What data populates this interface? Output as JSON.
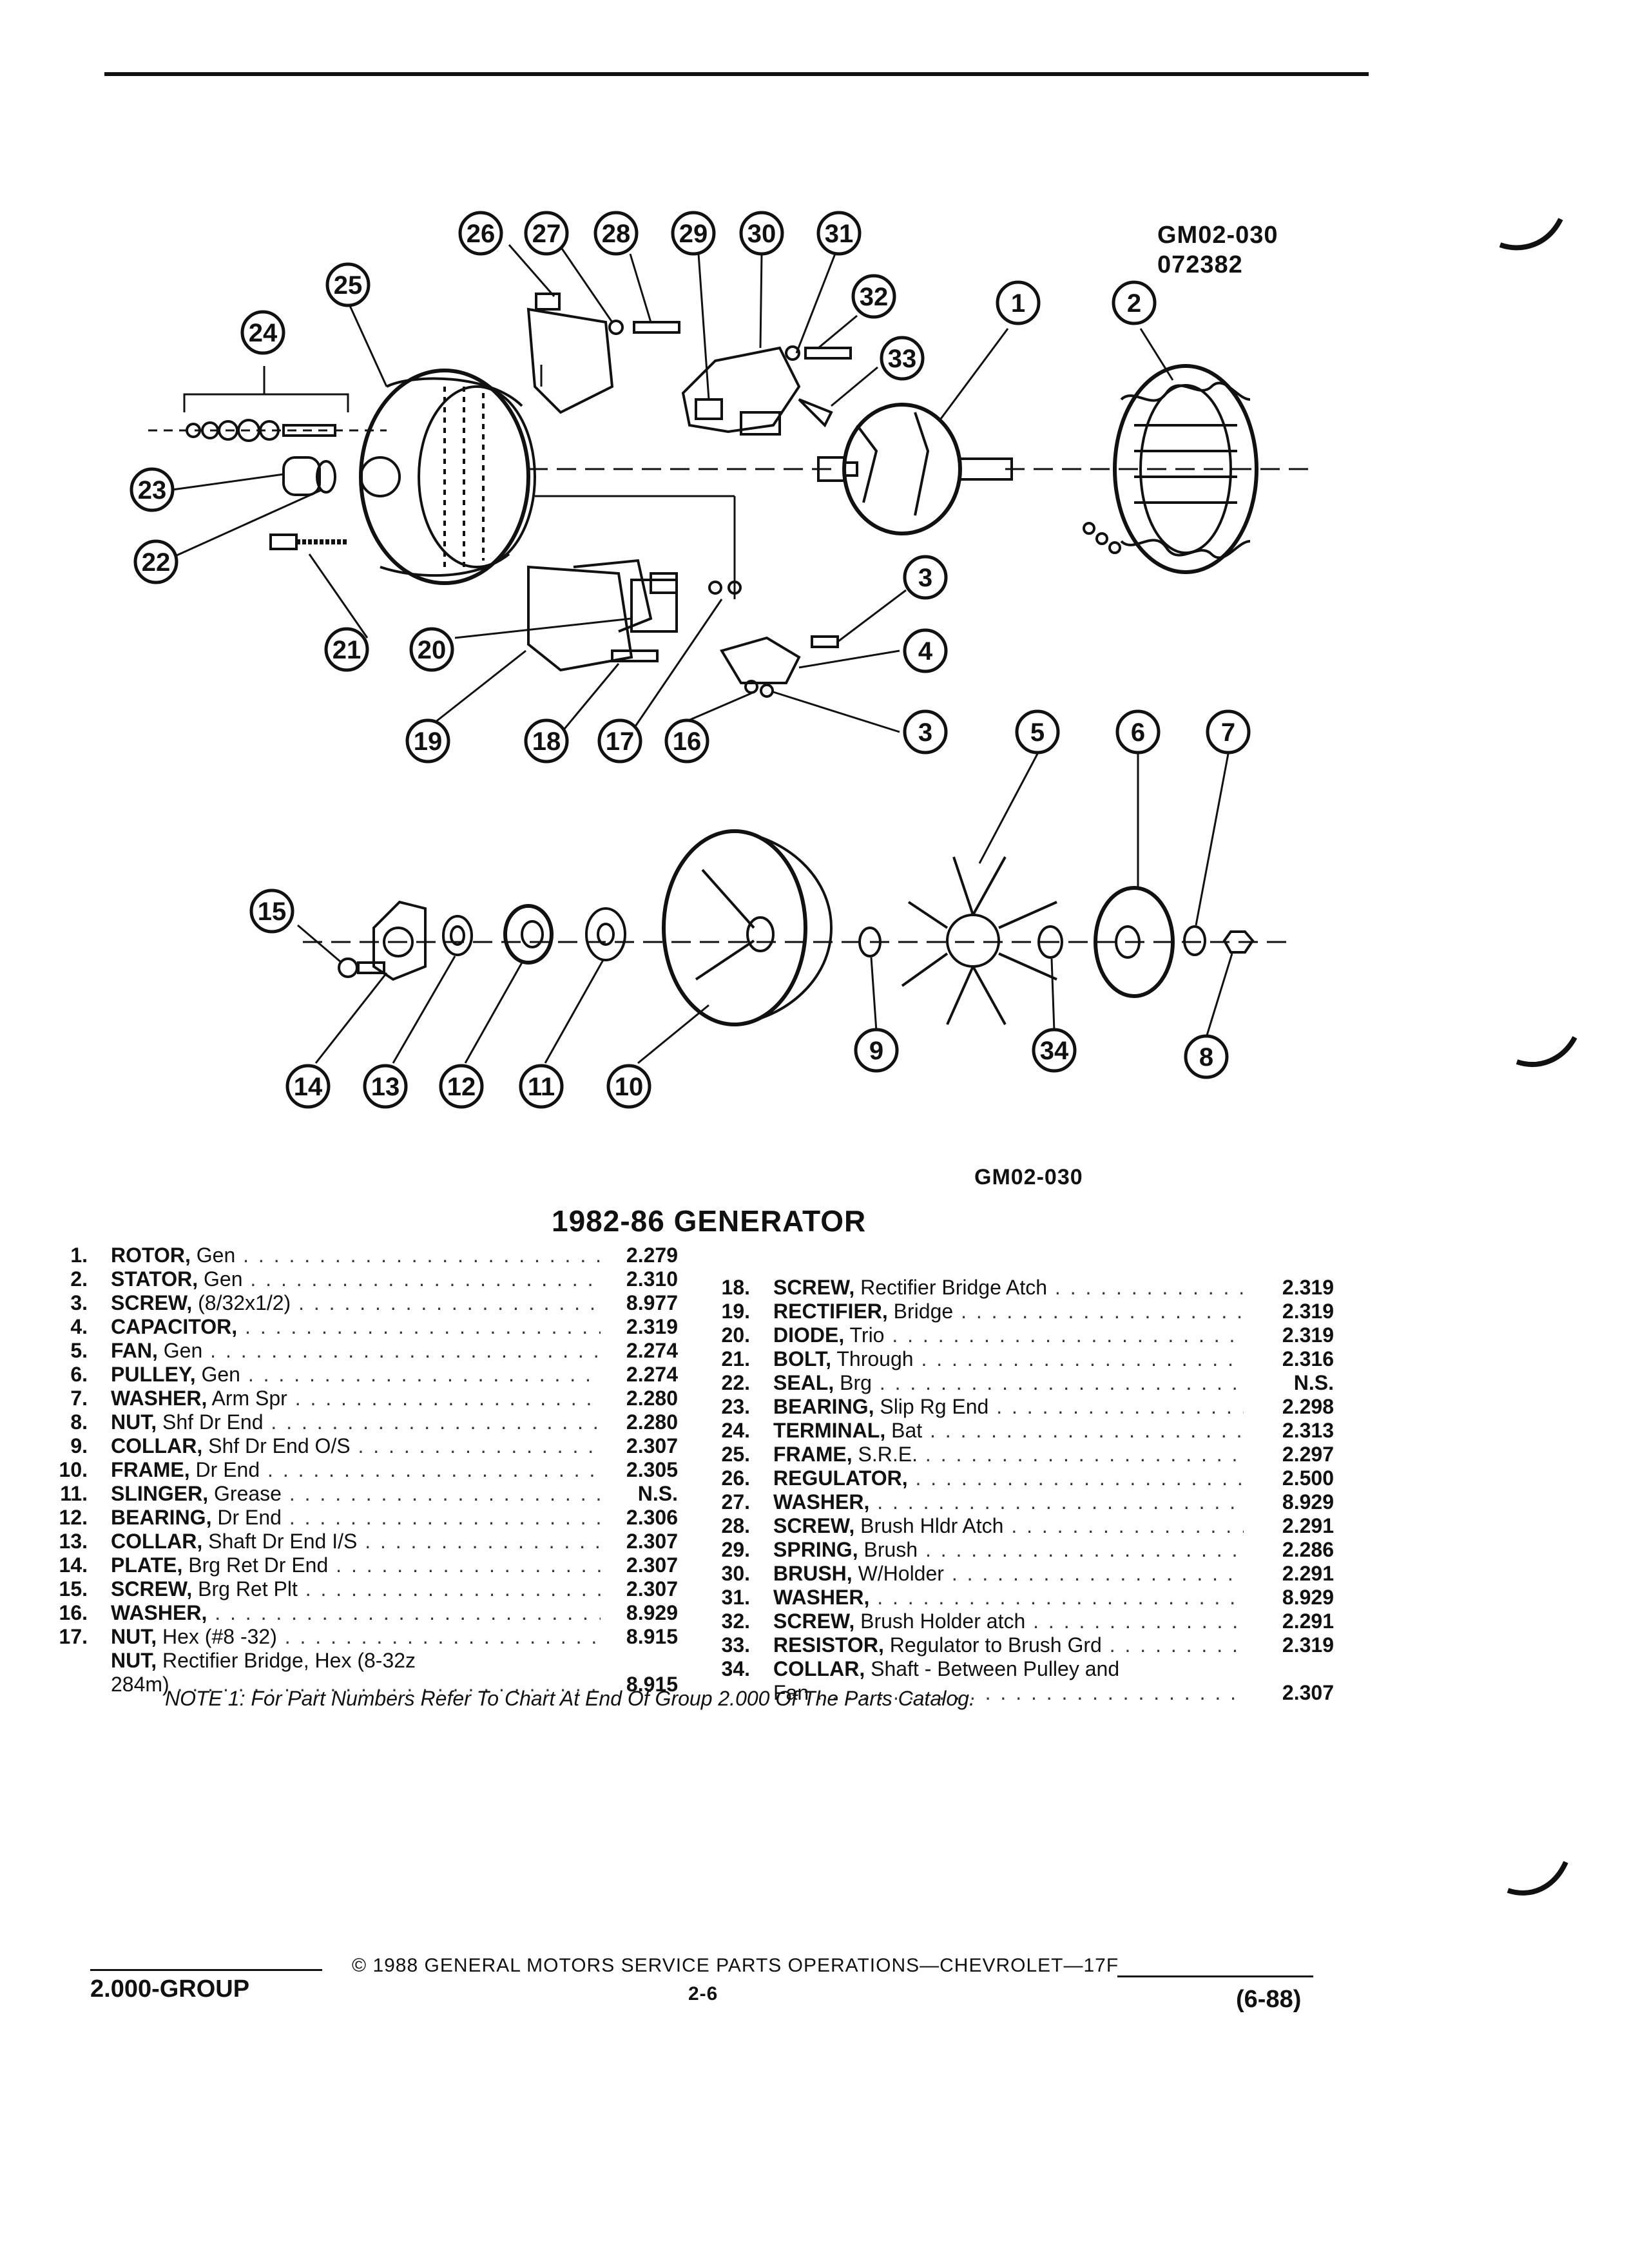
{
  "diagram": {
    "ref_code_top": "GM02-030",
    "ref_date": "072382",
    "ref_code_bottom": "GM02-030"
  },
  "title": "1982-86 GENERATOR",
  "left_column": [
    {
      "num": "1.",
      "name": "ROTOR,",
      "desc": " Gen",
      "group": "2.279"
    },
    {
      "num": "2.",
      "name": "STATOR,",
      "desc": " Gen",
      "group": "2.310"
    },
    {
      "num": "3.",
      "name": "SCREW,",
      "desc": " (8/32x1/2)",
      "group": "8.977"
    },
    {
      "num": "4.",
      "name": "CAPACITOR,",
      "desc": "",
      "group": "2.319"
    },
    {
      "num": "5.",
      "name": "FAN,",
      "desc": " Gen",
      "group": "2.274"
    },
    {
      "num": "6.",
      "name": "PULLEY,",
      "desc": " Gen",
      "group": "2.274"
    },
    {
      "num": "7.",
      "name": "WASHER,",
      "desc": " Arm Spr",
      "group": "2.280"
    },
    {
      "num": "8.",
      "name": "NUT,",
      "desc": " Shf Dr End",
      "group": "2.280"
    },
    {
      "num": "9.",
      "name": "COLLAR,",
      "desc": " Shf Dr End O/S",
      "group": "2.307"
    },
    {
      "num": "10.",
      "name": "FRAME,",
      "desc": " Dr End",
      "group": "2.305"
    },
    {
      "num": "11.",
      "name": "SLINGER,",
      "desc": " Grease",
      "group": "N.S."
    },
    {
      "num": "12.",
      "name": "BEARING,",
      "desc": " Dr End",
      "group": "2.306"
    },
    {
      "num": "13.",
      "name": "COLLAR,",
      "desc": " Shaft Dr End I/S",
      "group": "2.307"
    },
    {
      "num": "14.",
      "name": "PLATE,",
      "desc": " Brg Ret Dr End",
      "group": "2.307"
    },
    {
      "num": "15.",
      "name": "SCREW,",
      "desc": " Brg Ret Plt",
      "group": "2.307"
    },
    {
      "num": "16.",
      "name": "WASHER,",
      "desc": "",
      "group": "8.929"
    },
    {
      "num": "17.",
      "name": "NUT,",
      "desc": " Hex (#8 -32)",
      "group": "8.915"
    }
  ],
  "left_extra": {
    "line1_name": "NUT,",
    "line1_desc": " Rectifier Bridge, Hex (8-32z",
    "line2": "284m)",
    "group": "8.915"
  },
  "right_column": [
    {
      "num": "18.",
      "name": "SCREW,",
      "desc": " Rectifier Bridge Atch",
      "group": "2.319"
    },
    {
      "num": "19.",
      "name": "RECTIFIER,",
      "desc": " Bridge",
      "group": "2.319"
    },
    {
      "num": "20.",
      "name": "DIODE,",
      "desc": " Trio",
      "group": "2.319"
    },
    {
      "num": "21.",
      "name": "BOLT,",
      "desc": " Through",
      "group": "2.316"
    },
    {
      "num": "22.",
      "name": "SEAL,",
      "desc": " Brg",
      "group": "N.S."
    },
    {
      "num": "23.",
      "name": "BEARING,",
      "desc": " Slip Rg End",
      "group": "2.298"
    },
    {
      "num": "24.",
      "name": "TERMINAL,",
      "desc": " Bat",
      "group": "2.313"
    },
    {
      "num": "25.",
      "name": "FRAME,",
      "desc": " S.R.E.",
      "group": "2.297"
    },
    {
      "num": "26.",
      "name": "REGULATOR,",
      "desc": "",
      "group": "2.500"
    },
    {
      "num": "27.",
      "name": "WASHER,",
      "desc": "",
      "group": "8.929"
    },
    {
      "num": "28.",
      "name": "SCREW,",
      "desc": " Brush Hldr Atch",
      "group": "2.291"
    },
    {
      "num": "29.",
      "name": "SPRING,",
      "desc": " Brush",
      "group": "2.286"
    },
    {
      "num": "30.",
      "name": "BRUSH,",
      "desc": " W/Holder",
      "group": "2.291"
    },
    {
      "num": "31.",
      "name": "WASHER,",
      "desc": "",
      "group": "8.929"
    },
    {
      "num": "32.",
      "name": "SCREW,",
      "desc": " Brush Holder atch",
      "group": "2.291"
    },
    {
      "num": "33.",
      "name": "RESISTOR,",
      "desc": " Regulator to Brush Grd",
      "group": "2.319"
    }
  ],
  "right_extra": {
    "num": "34.",
    "line1_name": "COLLAR,",
    "line1_desc": " Shaft - Between Pulley and",
    "line2": "Fan",
    "group": "2.307"
  },
  "note": "NOTE 1: For Part Numbers Refer To Chart At End Of Group 2.000 Of The Parts Catalog.",
  "footer": {
    "copyright": "© 1988  GENERAL MOTORS SERVICE PARTS OPERATIONS—CHEVROLET—17F",
    "group": "2.000-GROUP",
    "page": "2-6",
    "date": "(6-88)"
  }
}
